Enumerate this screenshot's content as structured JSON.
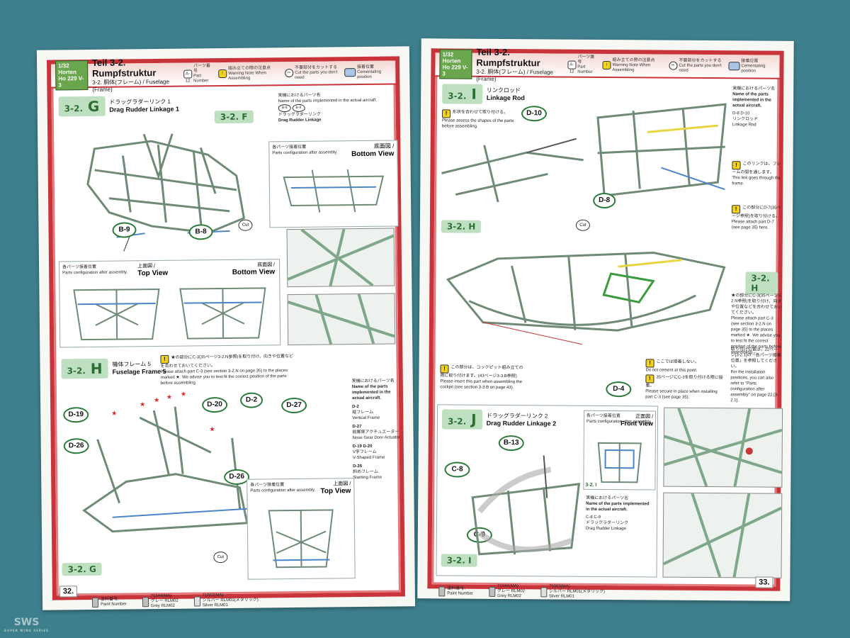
{
  "header": {
    "scale_badge_1": "1/32 Horten",
    "scale_badge_2": "Ho 229 V-3",
    "title": "Teil 3-2. Rumpfstruktur",
    "subtitle": "3-2. 胴体(フレーム) / Fuselage (Frame)",
    "legend": {
      "part_ref": "A-12",
      "part_label_jp": "パーツ番号",
      "part_label_en": "Part Number",
      "warn_jp": "組み立ての際の注意点",
      "warn_en": "Warning Note When Assembling",
      "cut_jp": "不要部分をカットする",
      "cut_en": "Cut the parts you don't need",
      "cement_jp": "接着位置",
      "cement_en": "Cementating position"
    }
  },
  "left_page": {
    "number": "32.",
    "step_g": {
      "num": "3-2.",
      "letter": "G",
      "name_jp": "ドラッグラダーリンク 1",
      "name_en": "Drag Rudder Linkage 1",
      "ref": "3-2. F",
      "real_note_jp": "実機におけるパーツ名",
      "real_note_en": "Name of the parts implemented in the actual aircraft.",
      "parts": [
        "B-8",
        "B-9"
      ],
      "real_part_jp": "ドラッグラダーリンク",
      "real_part_en": "Drag Rudder Linkage",
      "config_jp": "各パーツ接着位置",
      "config_en": "Parts configuration after assembly.",
      "bottom_jp": "底面図 /",
      "bottom_en": "Bottom View",
      "top_jp": "上面図 /",
      "top_en": "Top View",
      "callout_b9": "B-9",
      "callout_b8": "B-8",
      "cut": "Cut"
    },
    "step_h": {
      "num": "3-2.",
      "letter": "H",
      "name_jp": "機体フレーム 5",
      "name_en": "Fuselage Frame 5",
      "warn_jp": "★の部分にC-3(35ページ3-2.N参照)を取り付け、向きや位置などを合わせておいてください。",
      "warn_en": "Please attach part C-3 (see section 3-2.N on page 35) to the places marked ★. We advise you to test fit the correct position of the parts before assembling.",
      "callouts": [
        "D-19",
        "D-26",
        "D-20",
        "D-2",
        "D-27",
        "D-26"
      ],
      "real_note_jp": "実機におけるパーツ名",
      "real_note_en": "Name of the parts implemented in the actual aircraft.",
      "real_parts": [
        {
          "code": "D-2",
          "jp": "縦フレーム",
          "en": "Vertical Frame"
        },
        {
          "code": "D-27",
          "jp": "前脚扉アクチュエーター",
          "en": "Nose Gear Door Actuator"
        },
        {
          "code": "D-19 D-20",
          "jp": "V字フレーム",
          "en": "V-Shaped Frame"
        },
        {
          "code": "D-26",
          "jp": "斜めフレーム",
          "en": "Slanting Frame"
        }
      ],
      "config_jp": "各パーツ接着位置",
      "config_en": "Parts configuration after assembly.",
      "top_jp": "上面図 /",
      "top_en": "Top View",
      "ref": "3-2. G",
      "cut": "Cut"
    },
    "paint": {
      "label_jp": "塗料番号:",
      "label_en": "Paint Number",
      "c1_code": "71044(MA)",
      "c1_jp": "グレー RLM02",
      "c1_en": "Grey RLM02",
      "c2_code": "71063(MA)",
      "c2_jp": "シルバー RLM01(メタリック)",
      "c2_en": "Silver RLM01"
    }
  },
  "right_page": {
    "number": "33.",
    "step_i": {
      "num": "3-2.",
      "letter": "I",
      "name_jp": "リンクロッド",
      "name_en": "Linkage Rod",
      "warn1_jp": "形状を合わせて取り付ける。",
      "warn1_en": "Please assess the shapes of the parts before assembling.",
      "callouts": [
        "D-10",
        "D-8",
        "D-4"
      ],
      "real_note_jp": "実機におけるパーツ名",
      "real_note_en": "Name of the parts implemented in the actual aircraft.",
      "real_parts_codes": "D-8 D-10",
      "real_part_jp": "リンクロッド",
      "real_part_en": "Linkage Rod",
      "through_jp": "このリンクは、フレームの間を通します。",
      "through_en": "This link goes through the frame.",
      "attach_d7_jp": "この部分にD-7(35ページ参照)を取り付ける。",
      "attach_d7_en": "Please attach part D-7 (see page 35) here.",
      "ref_h": "3-2. H",
      "ref_h2": "3-2. H",
      "c3_jp": "★の部分にC-3(35ページ3-2.N参照)を取り付け、向きや位置などを合わせておいてください。",
      "c3_en": "Please attach part C-3 (see section 3-2.N on page 35) to the places marked ★. We advise you to test fit the correct position of the parts before assembling.",
      "cockpit_jp": "この部分は、コックピット組み立ての際に取り付けます。(43ページ3-3.B参照)",
      "cockpit_en": "Please insert this part when assembling the cockpit (see section 3-3.B on page 43).",
      "no_cement_jp": "ここでは接着しない。",
      "no_cement_en": "Do not cement at this point.",
      "secure_jp": "35ページにC-3を取り付ける際に接着。",
      "secure_en": "Please secure in place when installing part C-3 (see page 35).",
      "install_jp": "取り付け位置は、22ページ[3-2.1]の「各パーツ接着位置」を参照してください。",
      "install_en": "For the installation positions, you can also refer to \"Parts configuration after assembly\" on page 22 [3-2.1].",
      "cut": "Cut"
    },
    "step_j": {
      "num": "3-2.",
      "letter": "J",
      "name_jp": "ドラッグラダーリンク 2",
      "name_en": "Drag Rudder Linkage 2",
      "callouts": [
        "B-13",
        "C-8",
        "C-9"
      ],
      "config_jp": "各パーツ接着位置",
      "config_en": "Parts configuration after assembly.",
      "front_jp": "正面図 /",
      "front_en": "Front View",
      "ref": "3-2. I",
      "real_note_jp": "実機におけるパーツ名",
      "real_note_en": "Name of the parts implemented in the actual aircraft.",
      "real_codes": "C-8 C-9",
      "real_part_jp": "ドラッグラダーリンク",
      "real_part_en": "Drag Rudder Linkage",
      "ref2": "3-2. I"
    },
    "paint": {
      "label_jp": "塗料番号:",
      "label_en": "Paint Number",
      "c1_code": "71044(MA)",
      "c1_jp": "グレー RLM02",
      "c1_en": "Grey RLM02",
      "c2_code": "71063(MA)",
      "c2_jp": "シルバー RLM01(メタリック)",
      "c2_en": "Silver RLM01"
    }
  },
  "watermark": {
    "text": "SWS",
    "sub": "SUPER WING SERIES"
  },
  "colors": {
    "background": "#3e7f8d",
    "border_red": "#c9333a",
    "step_green": "#bfe0c0",
    "frame_green": "#7fa78a",
    "warn_yellow": "#f2d21a"
  }
}
